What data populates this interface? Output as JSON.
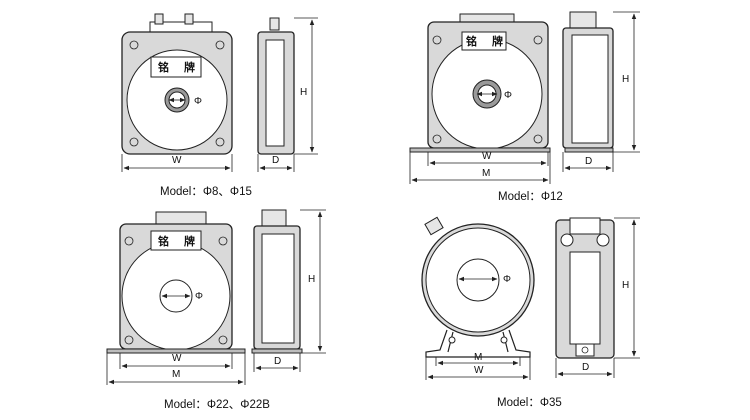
{
  "diagrams": [
    {
      "caption": "Model：Φ8、Φ15",
      "plate_text": "铭 牌",
      "phi": "Φ",
      "dims": {
        "width": "W",
        "height": "H",
        "depth": "D"
      }
    },
    {
      "caption": "Model：Φ12",
      "plate_text": "铭 牌",
      "phi": "Φ",
      "dims": {
        "width": "W",
        "mount": "M",
        "height": "H",
        "depth": "D"
      }
    },
    {
      "caption": "Model：Φ22、Φ22B",
      "plate_text": "铭 牌",
      "phi": "Φ",
      "dims": {
        "width": "W",
        "mount": "M",
        "height": "H",
        "depth": "D"
      }
    },
    {
      "caption": "Model：Φ35",
      "phi": "Φ",
      "dims": {
        "mount": "M",
        "width": "W",
        "height": "H",
        "depth": "D"
      }
    }
  ]
}
